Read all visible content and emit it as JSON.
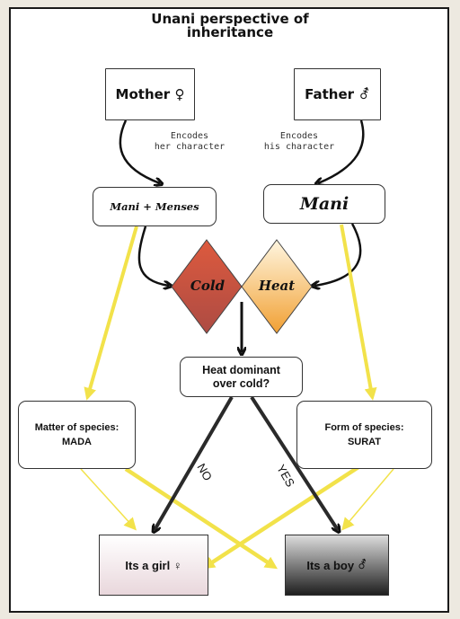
{
  "title": "Unani perspective of\ninheritance",
  "nodes": {
    "mother": {
      "label": "Mother",
      "symbol": "♀"
    },
    "father": {
      "label": "Father",
      "symbol": "⚦"
    },
    "mani_menses": {
      "label": "Mani + Menses"
    },
    "mani": {
      "label": "Mani"
    },
    "cold": {
      "label": "Cold"
    },
    "heat": {
      "label": "Heat"
    },
    "question": {
      "label": "Heat dominant\nover cold?"
    },
    "mada": {
      "label": "Matter of species:\nMADA"
    },
    "surat": {
      "label": "Form of species:\nSURAT"
    },
    "girl": {
      "label": "Its a girl",
      "symbol": "♀"
    },
    "boy": {
      "label": "Its a boy",
      "symbol": "⚦"
    }
  },
  "notes": {
    "mother_note": "Encodes\nher character",
    "father_note": "Encodes\nhis character"
  },
  "edge_labels": {
    "no": "NO",
    "yes": "YES"
  },
  "colors": {
    "cold_top": "#d9573c",
    "cold_bottom": "#b0493f",
    "heat_top": "#fff2d2",
    "heat_bottom": "#f2a33a",
    "yellow_arrow": "#f2e24a",
    "girl_fill": "#f3e9ec",
    "boy_fill_light": "#cfcfcf",
    "boy_fill_dark": "#2b2b2b"
  }
}
